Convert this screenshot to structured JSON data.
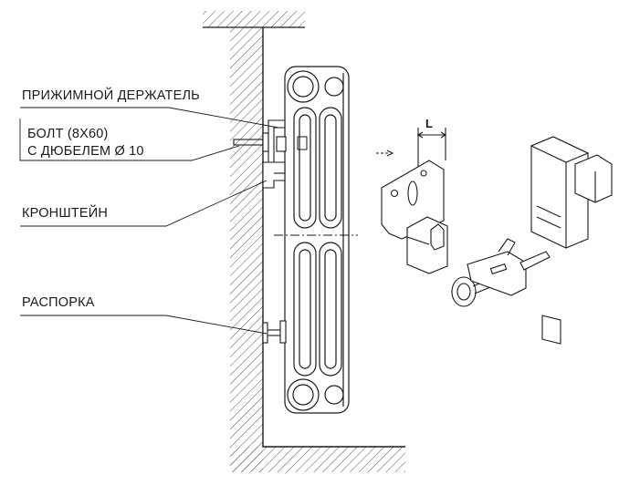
{
  "labels": {
    "holder": "ПРИЖИМНОЙ ДЕРЖАТЕЛЬ",
    "bolt_line1": "БОЛТ (8Х60)",
    "bolt_line2": "С ДЮБЕЛЕМ Ø 10",
    "bracket": "КРОНШТЕЙН",
    "spacer": "РАСПОРКА"
  },
  "dimension_label": "L",
  "colors": {
    "line": "#1a1a1a",
    "hatch": "#555555",
    "background": "#ffffff"
  }
}
